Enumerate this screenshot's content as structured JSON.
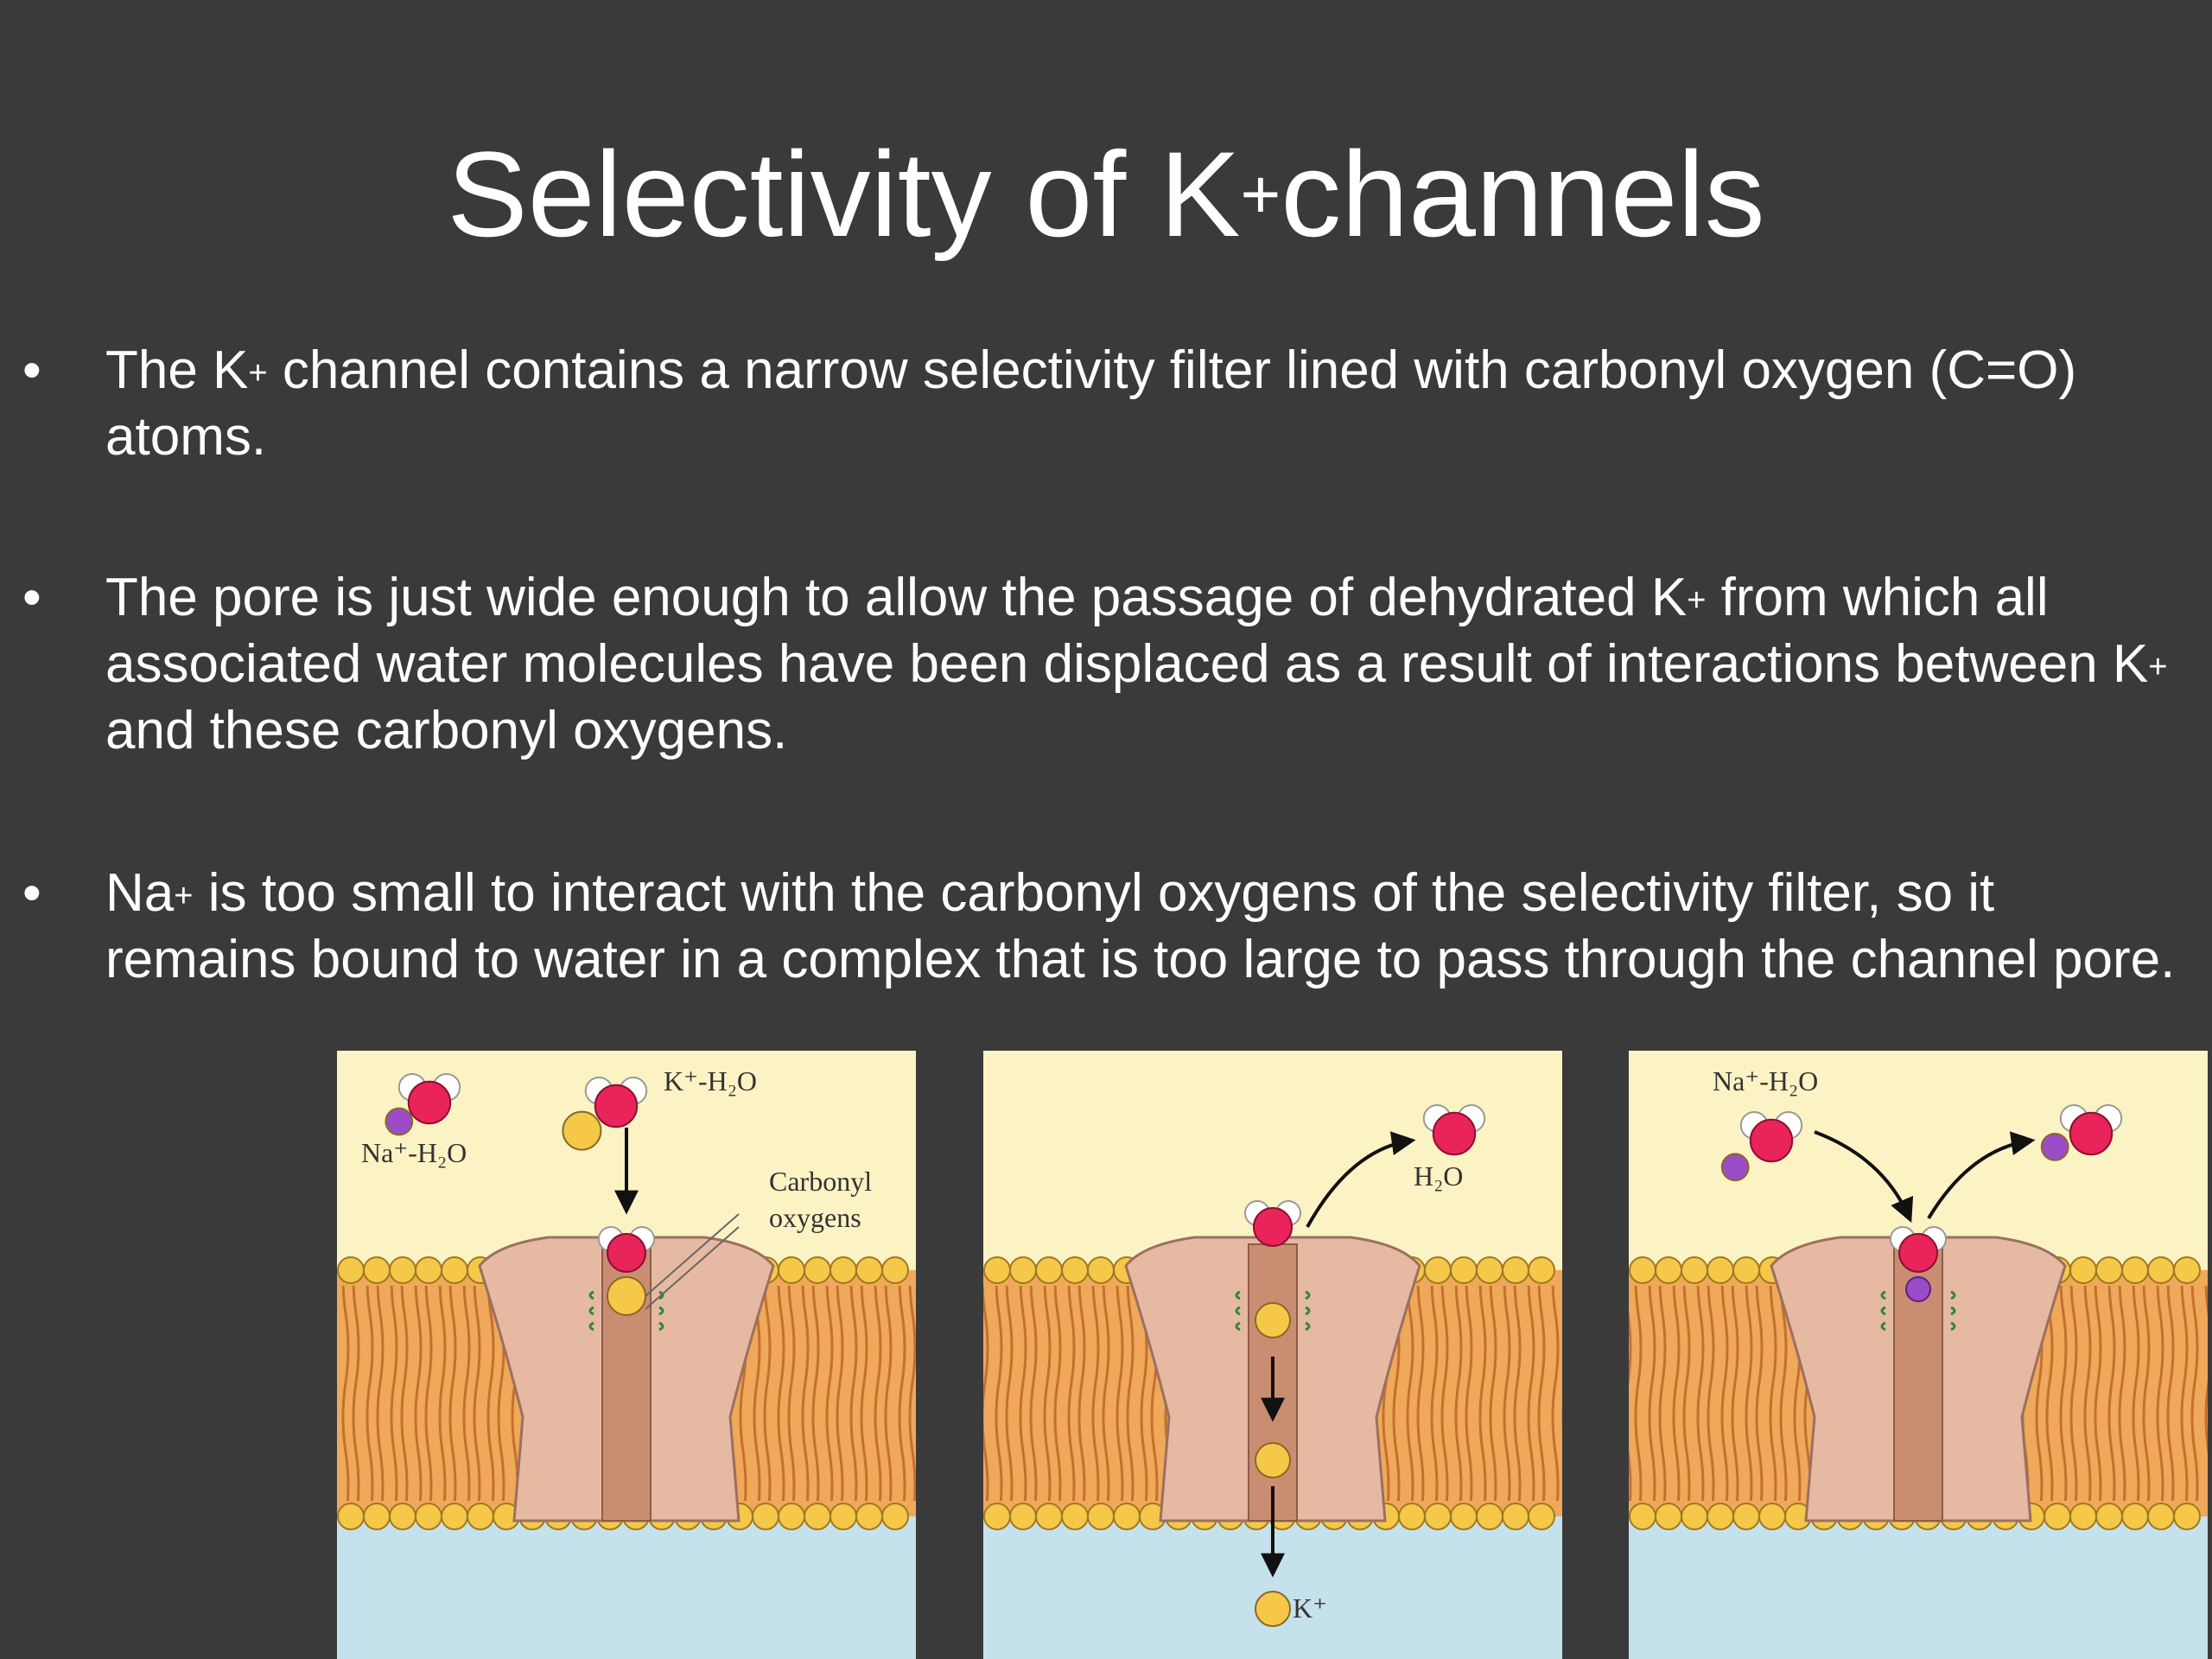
{
  "slide": {
    "title_main": "Selectivity of K",
    "title_sup": "+",
    "title_end": "channels"
  },
  "bullets": [
    {
      "parts": [
        "The K",
        "+",
        " channel contains a narrow selectivity filter lined with carbonyl oxygen (C=O) atoms."
      ]
    },
    {
      "parts": [
        "The pore is just wide enough to allow the passage of dehydrated K",
        "+",
        " from which all associated water molecules have been displaced as a result of interactions between K",
        "+",
        " and these carbonyl oxygens."
      ]
    },
    {
      "parts": [
        "Na",
        "+",
        " is too small to interact with the carbonyl oxygens of the selectivity filter, so it remains bound to water in a complex that is too large to pass through the channel pore."
      ]
    }
  ],
  "figure": {
    "labels": {
      "na_h2o_left": "Na⁺-H₂O",
      "k_h2o": "K⁺-H₂O",
      "carbonyl_1": "Carbonyl",
      "carbonyl_2": "oxygens",
      "h2o": "H₂O",
      "k_plus": "K⁺",
      "na_h2o_right": "Na⁺-H₂O"
    },
    "colors": {
      "extracellular": "#fbf3c4",
      "cytoplasm": "#c5e2ec",
      "protein": "#e6b9a3",
      "pore": "#c98e72",
      "lipid_head": "#f5c84a",
      "lipid_tail": "#d9893a",
      "oxygen": "#e8245a",
      "k_ion": "#f6c84a",
      "na_ion": "#9b4cc8"
    }
  }
}
